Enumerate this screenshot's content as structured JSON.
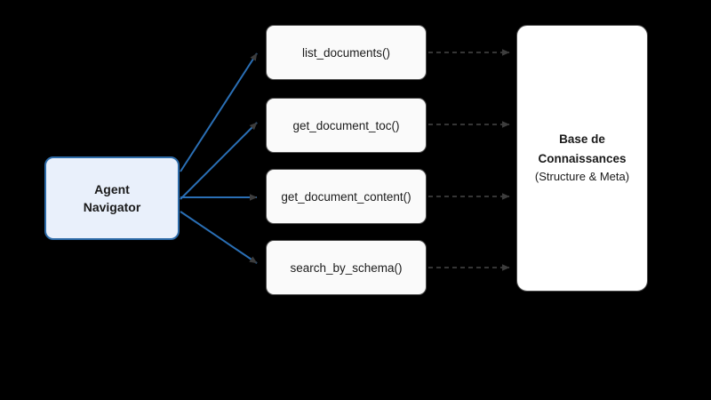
{
  "diagram": {
    "background_color": "#000000",
    "agent": {
      "name": "agent-navigator",
      "line1": "Agent",
      "line2": "Navigator",
      "fill_color": "#e9f0fb",
      "border_color": "#2d6ba8"
    },
    "functions": [
      {
        "label": "list_documents()"
      },
      {
        "label": "get_document_toc()"
      },
      {
        "label": "get_document_content()"
      },
      {
        "label": "search_by_schema()"
      }
    ],
    "knowledge_base": {
      "title_line1": "Base de",
      "title_line2": "Connaissances",
      "subtitle": "(Structure & Meta)",
      "fill_color": "#ffffff",
      "border_color": "#4d4d4d"
    },
    "edges": {
      "agent_to_function_color": "#2a6fb5",
      "function_to_kb_color": "#3d3d3d",
      "function_to_kb_style": "dashed"
    }
  }
}
